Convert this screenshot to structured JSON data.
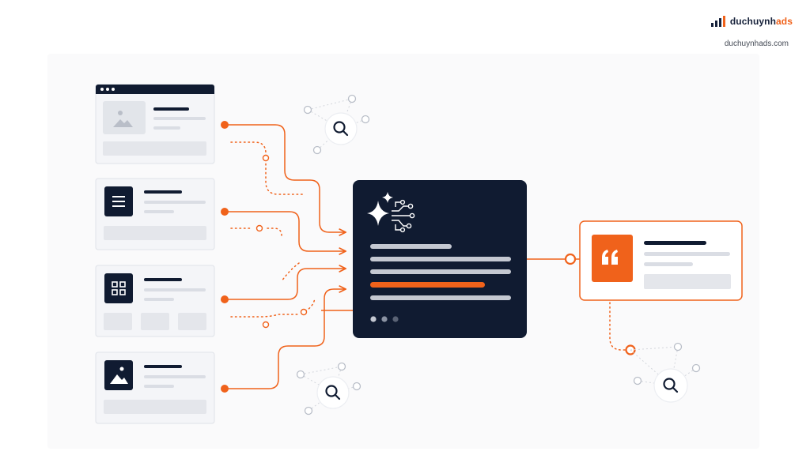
{
  "brand": {
    "name_part1": "duchuynh",
    "name_part2": "ads",
    "url": "duchuynhads.com",
    "logo_icon": "bar-chart-logo-icon"
  },
  "colors": {
    "accent": "#f0621b",
    "navy": "#101b31",
    "card_bg": "#f4f5f8",
    "card_border": "#dfe2e8",
    "bar_light": "#dadde4",
    "node_gray": "#b9bec8"
  },
  "diagram": {
    "sources": [
      {
        "type": "webpage-card",
        "icon": "image-placeholder-icon"
      },
      {
        "type": "article-card",
        "icon": "text-lines-icon"
      },
      {
        "type": "grid-card",
        "icon": "grid-icon"
      },
      {
        "type": "image-card",
        "icon": "image-icon"
      }
    ],
    "processor": {
      "type": "ai-processor-panel",
      "icon": "sparkle-network-icon"
    },
    "output": {
      "type": "citation-card",
      "icon": "quote-icon"
    },
    "search_nodes": [
      "search-icon",
      "search-icon",
      "search-icon"
    ]
  }
}
